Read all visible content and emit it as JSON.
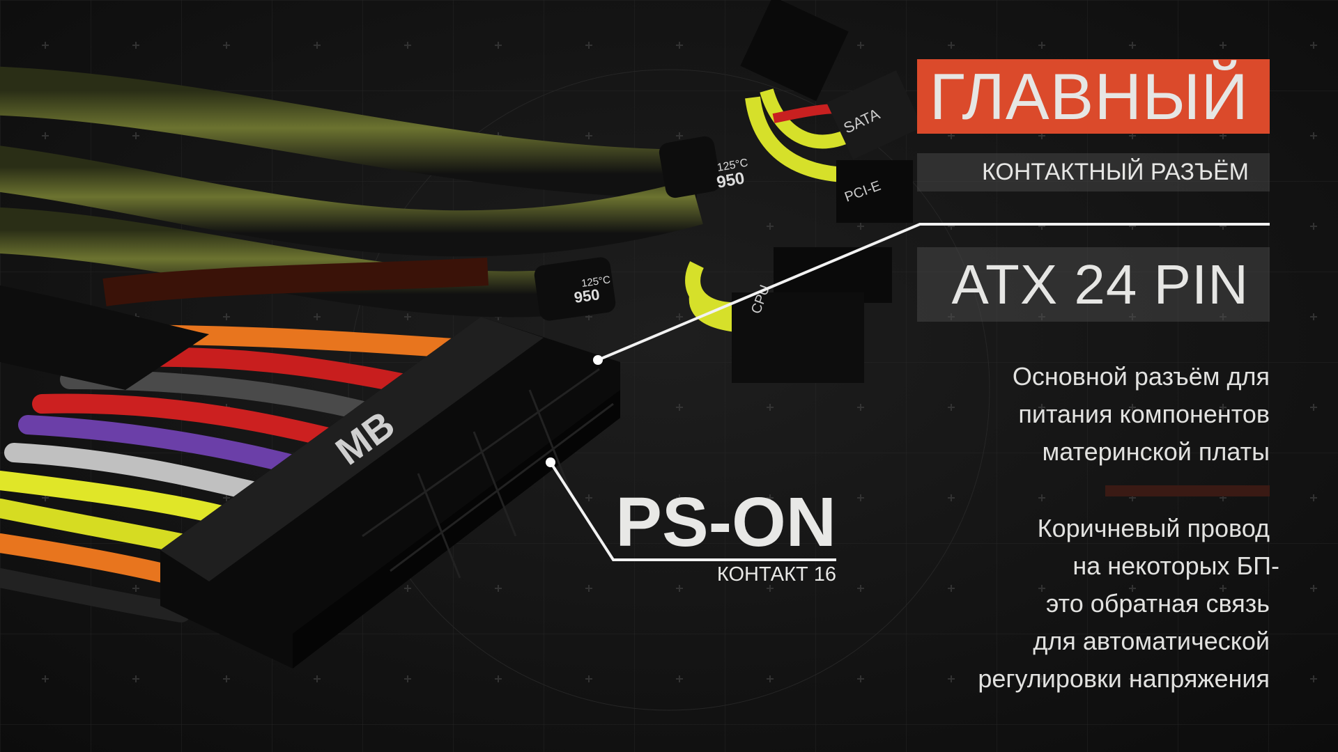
{
  "header": {
    "title": "ГЛАВНЫЙ",
    "subtitle": "КОНТАКТНЫЙ РАЗЪЁМ",
    "connector_name": "ATX 24 PIN"
  },
  "description": {
    "paragraph1": [
      "Основной разъём для",
      "питания компонентов",
      "материнской платы"
    ],
    "paragraph2": [
      "Коричневый провод",
      "на некоторых БП-",
      "это обратная связь",
      "для автоматической",
      "регулировки напряжения"
    ]
  },
  "callout": {
    "label": "PS-ON",
    "pin": "КОНТАКТ 16"
  },
  "render_labels": {
    "main_connector": "MB",
    "sata": "SATA",
    "pcie": "PCI-E",
    "cpu": "CPU",
    "temp": "125°C",
    "code": "950"
  },
  "colors": {
    "accent": "#db4a2b",
    "background": "#131313",
    "text": "#e6e6e4"
  }
}
